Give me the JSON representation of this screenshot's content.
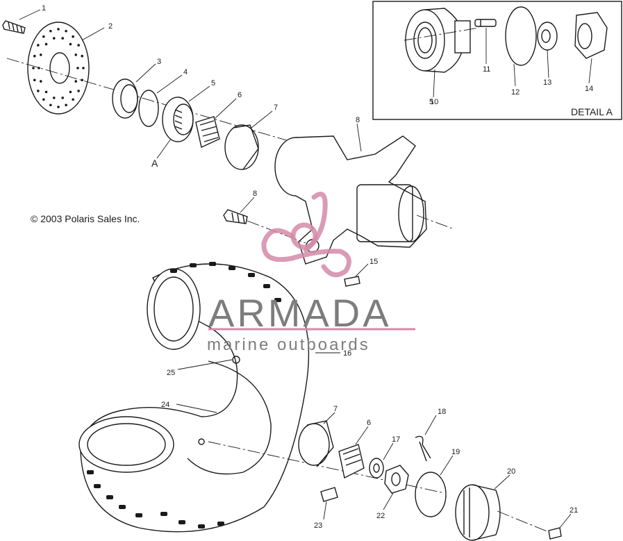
{
  "copyright": "© 2003 Polaris Sales Inc.",
  "detail_label": "DETAIL A",
  "detail_ref": "A",
  "watermark": {
    "brand": "ARMADA",
    "tagline": "marine outboards"
  },
  "callouts": [
    {
      "id": "c1",
      "label": "1"
    },
    {
      "id": "c2",
      "label": "2"
    },
    {
      "id": "c3",
      "label": "3"
    },
    {
      "id": "c4",
      "label": "4"
    },
    {
      "id": "c5",
      "label": "5"
    },
    {
      "id": "c6",
      "label": "6"
    },
    {
      "id": "c7",
      "label": "7"
    },
    {
      "id": "c8a",
      "label": "8"
    },
    {
      "id": "c8b",
      "label": "8"
    },
    {
      "id": "c10",
      "label": "10"
    },
    {
      "id": "c11",
      "label": "11"
    },
    {
      "id": "c12",
      "label": "12"
    },
    {
      "id": "c13",
      "label": "13"
    },
    {
      "id": "c14",
      "label": "14"
    },
    {
      "id": "c15",
      "label": "15"
    },
    {
      "id": "c16",
      "label": "16"
    },
    {
      "id": "c7b",
      "label": "7"
    },
    {
      "id": "c6b",
      "label": "6"
    },
    {
      "id": "c17",
      "label": "17"
    },
    {
      "id": "c18",
      "label": "18"
    },
    {
      "id": "c19",
      "label": "19"
    },
    {
      "id": "c20",
      "label": "20"
    },
    {
      "id": "c21",
      "label": "21"
    },
    {
      "id": "c22",
      "label": "22"
    },
    {
      "id": "c23",
      "label": "23"
    },
    {
      "id": "c24",
      "label": "24"
    },
    {
      "id": "c25",
      "label": "25"
    }
  ]
}
